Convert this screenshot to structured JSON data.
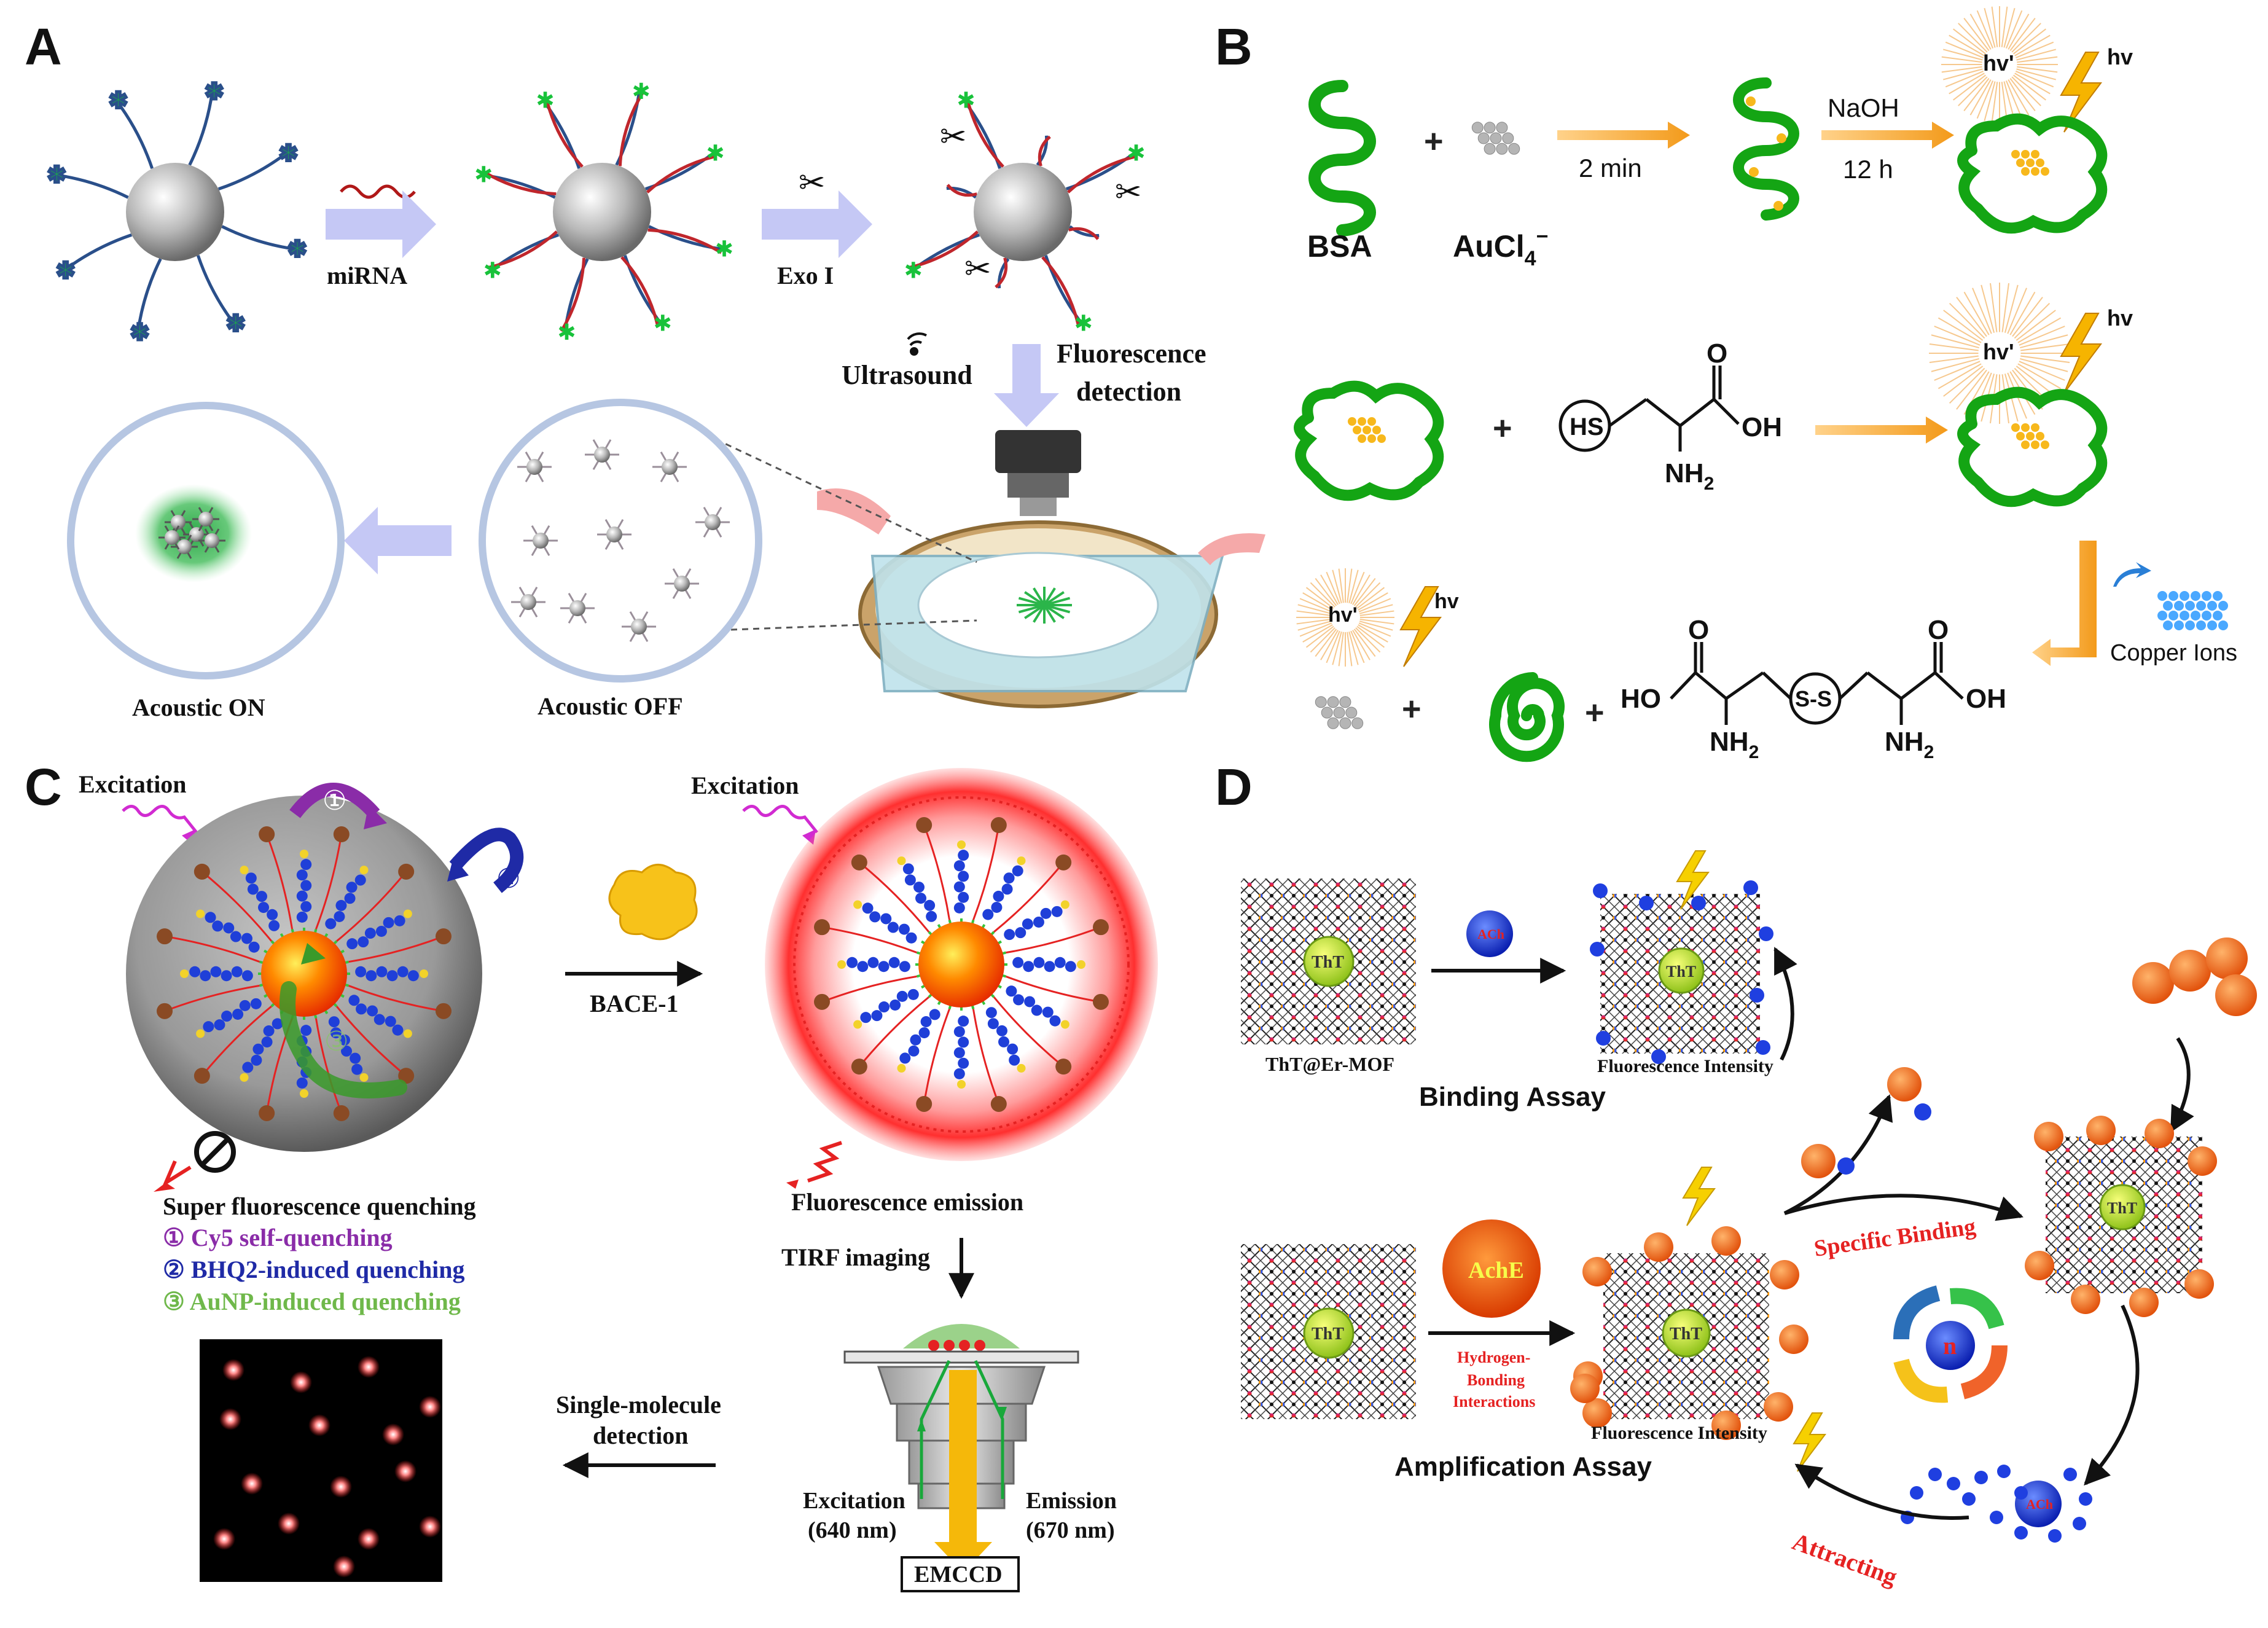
{
  "panels": {
    "A": {
      "letter": "A",
      "label_mirna": "miRNA",
      "label_exo": "Exo I",
      "label_ultrasound": "Ultrasound",
      "label_fluor_1": "Fluorescence",
      "label_fluor_2": "detection",
      "label_on": "Acoustic ON",
      "label_off": "Acoustic OFF"
    },
    "B": {
      "letter": "B",
      "label_bsa": "BSA",
      "label_aucl": "AuCl",
      "label_aucl_sub": "4",
      "label_aucl_sup": "−",
      "label_2min": "2 min",
      "label_naoh": "NaOH",
      "label_12h": "12 h",
      "label_hv": "hv",
      "label_hvp": "hv'",
      "label_hs": "HS",
      "label_oh": "OH",
      "label_ho": "HO",
      "label_o": "O",
      "label_nh2": "NH",
      "label_nh2_sub": "2",
      "label_ss": "S-S",
      "label_copper": "Copper Ions",
      "plus": "+"
    },
    "C": {
      "letter": "C",
      "label_excitation": "Excitation",
      "label_bace": "BACE-1",
      "label_super": "Super fluorescence quenching",
      "item1": "① Cy5 self-quenching",
      "item2": "② BHQ2-induced quenching",
      "item3": "③ AuNP-induced quenching",
      "num1": "①",
      "num2": "②",
      "num3": "③",
      "label_emission": "Fluorescence emission",
      "label_tirf": "TIRF imaging",
      "label_single_1": "Single-molecule",
      "label_single_2": "detection",
      "label_exc_1": "Excitation",
      "label_exc_2": "(640 nm)",
      "label_em_1": "Emission",
      "label_em_2": "(670 nm)",
      "label_emccd": "EMCCD"
    },
    "D": {
      "letter": "D",
      "label_tht": "ThT",
      "label_ach": "ACh",
      "label_ache": "AchE",
      "label_thter": "ThT@Er-MOF",
      "label_fi": "Fluorescence Intensity",
      "label_binding": "Binding Assay",
      "label_amplification": "Amplification  Assay",
      "label_hb_1": "Hydrogen-",
      "label_hb_2": "Bonding",
      "label_hb_3": "Interactions",
      "label_specific": "Specific Binding",
      "label_attracting": "Attracting",
      "label_cycle": "n"
    }
  },
  "colors": {
    "arrow_lavender": "#c5c8f5",
    "orange": "#f47a1f",
    "green_strand": "#2bb52b",
    "red": "#e52222",
    "blue_dot": "#1f3fe0",
    "purple": "#8a2ca8",
    "dark_blue": "#1f2aa6",
    "light_green_text": "#6fb84a"
  }
}
